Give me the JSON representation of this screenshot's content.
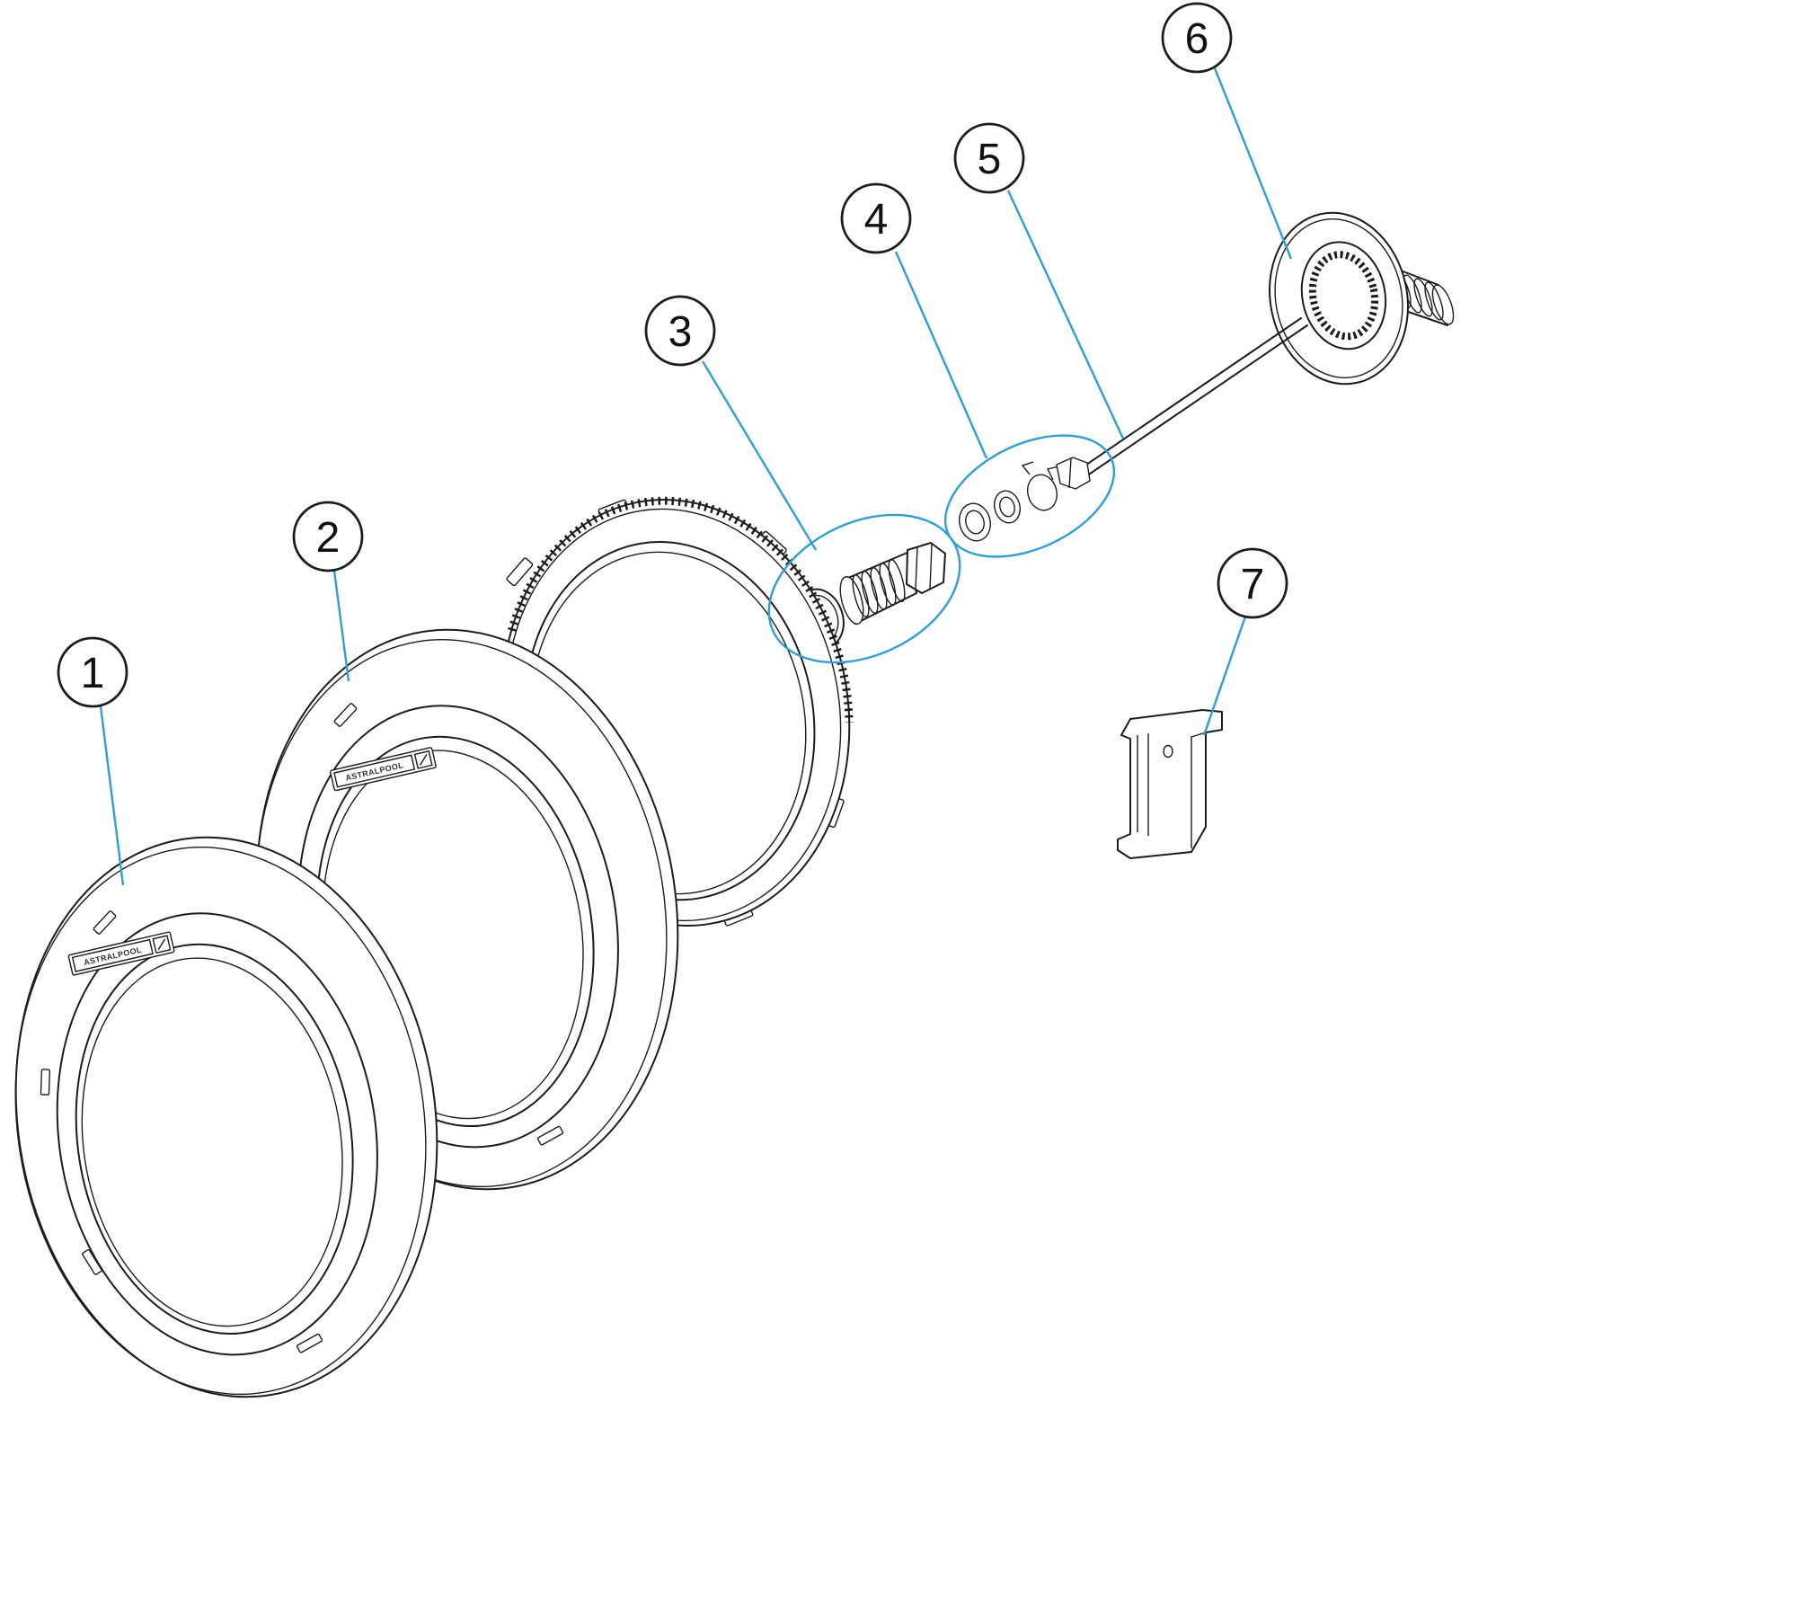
{
  "diagram": {
    "type": "exploded-parts-diagram",
    "brand_label": "ASTRALPOOL",
    "colors": {
      "accent": "#2e9fd4",
      "line": "#1c1c1c",
      "background": "#ffffff"
    },
    "callouts": [
      {
        "number": "1",
        "target": "part1-front-trim-ring"
      },
      {
        "number": "2",
        "target": "part2-intermediate-trim-ring"
      },
      {
        "number": "3",
        "target": "part3-threaded-adapter-with-oring"
      },
      {
        "number": "4",
        "target": "part4-washers-and-gaskets"
      },
      {
        "number": "5",
        "target": "part5-cable"
      },
      {
        "number": "6",
        "target": "part6-wall-niche-flange"
      },
      {
        "number": "7",
        "target": "part7-fixing-clip"
      }
    ]
  }
}
